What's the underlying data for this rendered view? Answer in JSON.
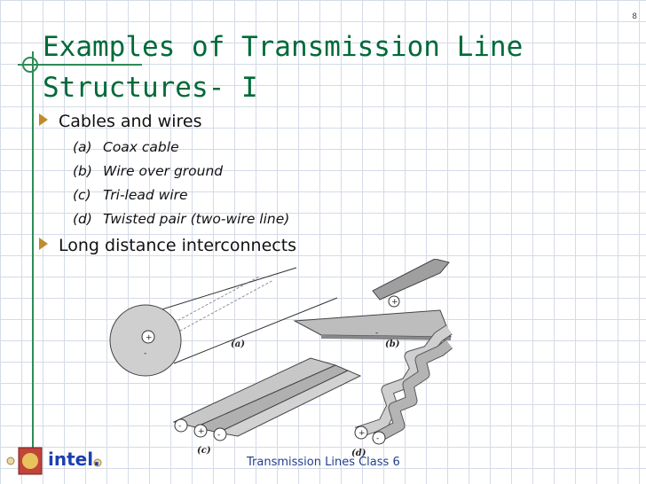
{
  "slide": {
    "page_number": "8",
    "title_line1": "Examples of Transmission Line",
    "title_line2": "Structures- I",
    "bullets": [
      {
        "text": "Cables and wires"
      },
      {
        "text": "Long distance interconnects"
      }
    ],
    "sub_items": [
      {
        "tag": "(a)",
        "text": "Coax cable"
      },
      {
        "tag": "(b)",
        "text": "Wire over ground"
      },
      {
        "tag": "(c)",
        "text": "Tri-lead wire"
      },
      {
        "tag": "(d)",
        "text": "Twisted pair (two-wire line)"
      }
    ],
    "footer": "Transmission Lines  Class  6",
    "logo_text": "intel."
  },
  "figure": {
    "labels": [
      "(a)",
      "(b)",
      "(c)",
      "(d)"
    ],
    "plus": "+",
    "minus": "-"
  },
  "colors": {
    "title": "#006a3a",
    "accent_green": "#2e8b57",
    "bullet_marker": "#c08a2e",
    "footer": "#1f3f8f",
    "logo": "#1d3fb0"
  }
}
